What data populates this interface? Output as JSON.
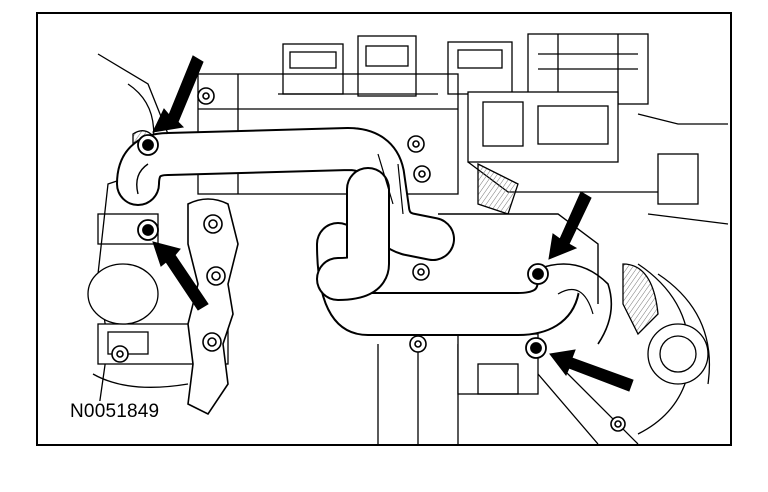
{
  "figure": {
    "id_label": "N0051849"
  },
  "colors": {
    "ink": "#000000",
    "paper": "#ffffff",
    "hatch": "#6e6e6e"
  },
  "callouts": {
    "count": 4,
    "targets": [
      "upper-left-bolt",
      "lower-left-bolt",
      "upper-right-bolt",
      "lower-right-bolt"
    ]
  }
}
